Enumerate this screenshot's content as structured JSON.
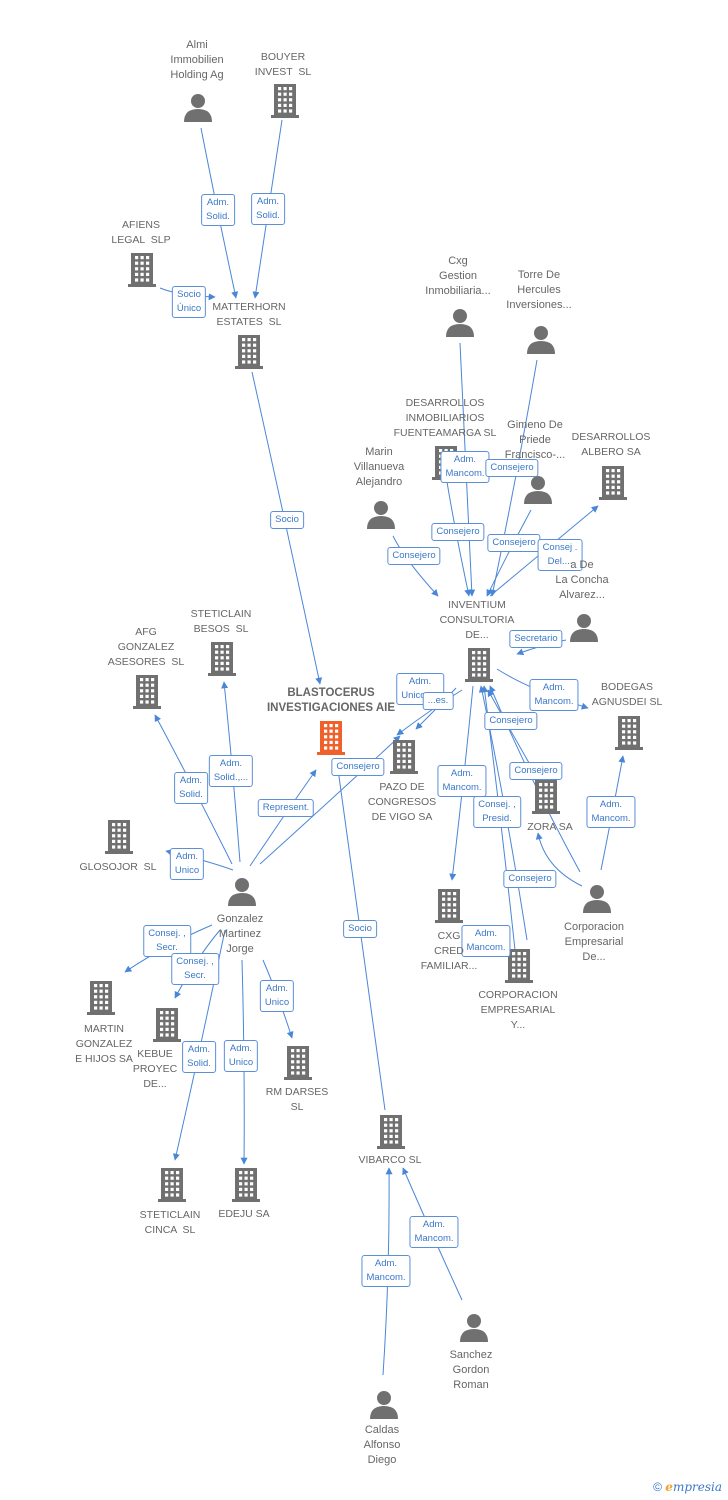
{
  "colors": {
    "edge": "#4a86d8",
    "icon": "#707070",
    "focus": "#f0602a",
    "label_text": "#666666"
  },
  "nodes": [
    {
      "id": "almi",
      "kind": "person",
      "label": "Almi\nImmobilien\nHolding Ag"
    },
    {
      "id": "bouyer",
      "kind": "company",
      "label": "BOUYER\nINVEST  SL"
    },
    {
      "id": "afiens",
      "kind": "company",
      "label": "AFIENS\nLEGAL  SLP"
    },
    {
      "id": "matterhorn",
      "kind": "company",
      "label": "MATTERHORN\nESTATES  SL"
    },
    {
      "id": "cxg",
      "kind": "person",
      "label": "Cxg\nGestion\nInmobiliaria..."
    },
    {
      "id": "torre",
      "kind": "person",
      "label": "Torre De\nHercules\nInversiones..."
    },
    {
      "id": "desfuente",
      "kind": "company",
      "label": "DESARROLLOS\nINMOBILIARIOS\nFUENTEAMARGA SL"
    },
    {
      "id": "gimeno",
      "kind": "person",
      "label": "Gimeno De\nPriede\nFrancisco-..."
    },
    {
      "id": "desalbero",
      "kind": "company",
      "label": "DESARROLLOS\nALBERO SA"
    },
    {
      "id": "marin",
      "kind": "person",
      "label": "Marin\nVillanueva\nAlejandro"
    },
    {
      "id": "concha",
      "kind": "person",
      "label": "a De\nLa Concha\nAlvarez..."
    },
    {
      "id": "inventium",
      "kind": "company",
      "label": "INVENTIUM\nCONSULTORIA\nDE..."
    },
    {
      "id": "steticlain_besos",
      "kind": "company",
      "label": "STETICLAIN\nBESOS  SL"
    },
    {
      "id": "afg",
      "kind": "company",
      "label": "AFG\nGONZALEZ\nASESORES  SL"
    },
    {
      "id": "blasto",
      "kind": "focus",
      "label": "BLASTOCERUS\nINVESTIGACIONES AIE"
    },
    {
      "id": "pazo",
      "kind": "company",
      "label": "PAZO DE\nCONGRESOS\nDE VIGO SA"
    },
    {
      "id": "bodegas",
      "kind": "company",
      "label": "BODEGAS\nAGNUSDEI SL"
    },
    {
      "id": "zora",
      "kind": "company",
      "label": "ZORA SA"
    },
    {
      "id": "glosojor",
      "kind": "company",
      "label": "GLOSOJOR  SL"
    },
    {
      "id": "gonzalez",
      "kind": "person",
      "label": "Gonzalez\nMartinez\nJorge"
    },
    {
      "id": "cxcred",
      "kind": "company",
      "label": "CXG\nCRED\nFAMILIAR..."
    },
    {
      "id": "corpemp",
      "kind": "person",
      "label": "Corporacion\nEmpresarial\nDe..."
    },
    {
      "id": "corpemp_y",
      "kind": "company",
      "label": "CORPORACION\nEMPRESARIAL\nY..."
    },
    {
      "id": "martin",
      "kind": "company",
      "label": "MARTIN\nGONZALEZ\nE HIJOS SA"
    },
    {
      "id": "kebue",
      "kind": "company",
      "label": "KEBUE\nPROYEC\nDE..."
    },
    {
      "id": "rmdarses",
      "kind": "company",
      "label": "RM DARSES\nSL"
    },
    {
      "id": "vibarco",
      "kind": "company",
      "label": "VIBARCO SL"
    },
    {
      "id": "steticlain_cinca",
      "kind": "company",
      "label": "STETICLAIN\nCINCA  SL"
    },
    {
      "id": "edeju",
      "kind": "company",
      "label": "EDEJU SA"
    },
    {
      "id": "sanchez",
      "kind": "person",
      "label": "Sanchez\nGordon\nRoman"
    },
    {
      "id": "caldas",
      "kind": "person",
      "label": "Caldas\nAlfonso\nDiego"
    }
  ],
  "edges": [
    {
      "from": "almi",
      "to": "matterhorn",
      "label": "Adm.\nSolid."
    },
    {
      "from": "bouyer",
      "to": "matterhorn",
      "label": "Adm.\nSolid."
    },
    {
      "from": "afiens",
      "to": "matterhorn",
      "label": "Socio\nÚnico"
    },
    {
      "from": "matterhorn",
      "to": "blasto",
      "label": "Socio"
    },
    {
      "from": "cxg",
      "to": "inventium",
      "label": "Adm.\nMancom."
    },
    {
      "from": "torre",
      "to": "inventium",
      "label": "Consejero"
    },
    {
      "from": "desfuente",
      "to": "inventium",
      "label": "Consejero"
    },
    {
      "from": "gimeno",
      "to": "inventium",
      "label": "Consejero"
    },
    {
      "from": "inventium",
      "to": "desalbero",
      "label": "Consej .\nDel...."
    },
    {
      "from": "marin",
      "to": "inventium",
      "label": "Consejero"
    },
    {
      "from": "concha",
      "to": "inventium",
      "label": "Secretario"
    },
    {
      "from": "inventium",
      "to": "pazo",
      "label": "Adm.\nUnico,...."
    },
    {
      "from": "inventium",
      "to": "blasto",
      "label": "...es."
    },
    {
      "from": "inventium",
      "to": "bodegas",
      "label": "Adm.\nMancom."
    },
    {
      "from": "zora",
      "to": "inventium",
      "label": "Consejero"
    },
    {
      "from": "corpemp",
      "to": "inventium",
      "label": "Consejero"
    },
    {
      "from": "inventium",
      "to": "cxcred",
      "label": "Adm.\nMancom."
    },
    {
      "from": "corpemp_y",
      "to": "inventium",
      "label": "Consej. ,\nPresid."
    },
    {
      "from": "corpemp",
      "to": "bodegas",
      "label": "Adm.\nMancom."
    },
    {
      "from": "corpemp",
      "to": "zora",
      "label": "Consejero"
    },
    {
      "from": "corpemp_y",
      "to": "inventium",
      "label": "Adm.\nMancom."
    },
    {
      "from": "gonzalez",
      "to": "afg",
      "label": "Adm.\nSolid."
    },
    {
      "from": "gonzalez",
      "to": "steticlain_besos",
      "label": "Adm.\nSolid.,..."
    },
    {
      "from": "gonzalez",
      "to": "blasto",
      "label": "Represent."
    },
    {
      "from": "gonzalez",
      "to": "pazo",
      "label": "Consejero"
    },
    {
      "from": "gonzalez",
      "to": "glosojor",
      "label": "Adm.\nUnico"
    },
    {
      "from": "gonzalez",
      "to": "martin",
      "label": "Consej. ,\nSecr."
    },
    {
      "from": "gonzalez",
      "to": "kebue",
      "label": "Consej. ,\nSecr."
    },
    {
      "from": "gonzalez",
      "to": "rmdarses",
      "label": "Adm.\nUnico"
    },
    {
      "from": "gonzalez",
      "to": "steticlain_cinca",
      "label": "Adm.\nSolid."
    },
    {
      "from": "gonzalez",
      "to": "edeju",
      "label": "Adm.\nUnico"
    },
    {
      "from": "vibarco",
      "to": "blasto",
      "label": "Socio"
    },
    {
      "from": "sanchez",
      "to": "vibarco",
      "label": "Adm.\nMancom."
    },
    {
      "from": "caldas",
      "to": "vibarco",
      "label": "Adm.\nMancom."
    }
  ],
  "footer": {
    "copyright": "©",
    "brand": "mpresia",
    "brand_initial": "e"
  }
}
